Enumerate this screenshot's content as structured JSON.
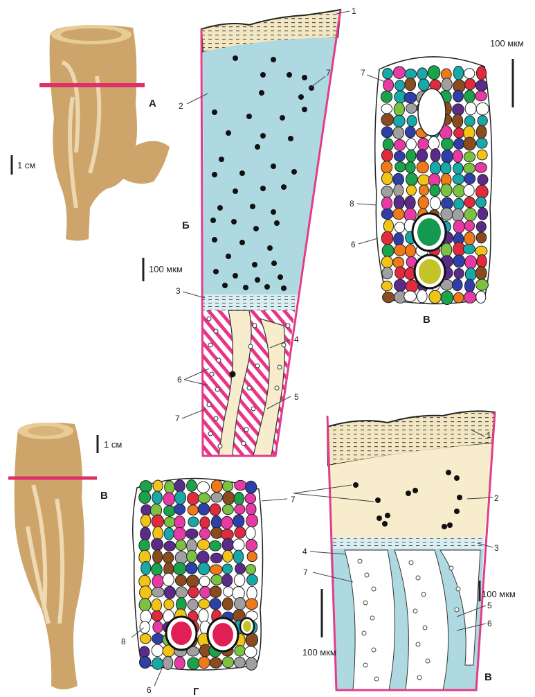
{
  "panels": {
    "a_top": "А",
    "b_top": "Б",
    "v_top": "В",
    "v_bottom_left": "В",
    "g_bottom": "Г",
    "v_bottom_right": "В"
  },
  "scales": {
    "cm_top": "1 см",
    "cm_bottom": "1 см",
    "um_top_right": "100 мкм",
    "um_b": "100 мкм",
    "um_bottom_right": "100 мкм",
    "um_bottom_center": "100 мкм"
  },
  "labels": {
    "b1": "1",
    "b2": "2",
    "b3": "3",
    "b4": "4",
    "b5": "5",
    "b6": "6",
    "b7_top": "7",
    "b7_bottom": "7",
    "v7": "7",
    "v8": "8",
    "v6": "6",
    "g7": "7",
    "g8": "8",
    "g6": "6",
    "r1": "1",
    "r2": "2",
    "r3": "3",
    "r4": "4",
    "r5": "5",
    "r6": "6",
    "r7": "7"
  },
  "colors": {
    "root": "#cda56a",
    "cut_line": "#e0306a",
    "cortex_blue": "#aed9e0",
    "periderm": "#f3e7c2",
    "cream": "#f7eccb",
    "magenta": "#e8358a",
    "outline_pink": "#e23c8a"
  }
}
